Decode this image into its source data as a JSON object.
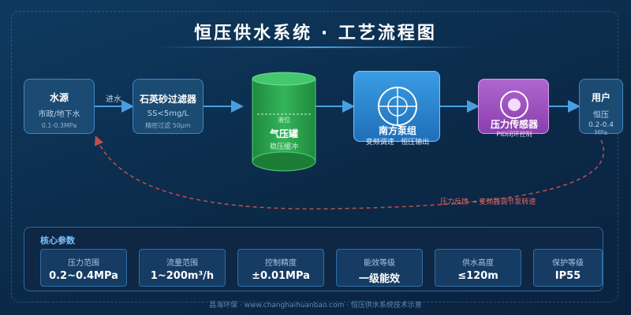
{
  "title": "恒压供水系统 · 工艺流程图",
  "source": {
    "name": "水源",
    "desc": "市政/地下水",
    "range": "0.1-0.3MPa"
  },
  "inlet_label": "进水",
  "filter": {
    "name": "石英砂过滤器",
    "spec": "SS<5mg/L",
    "desc": "精密过滤 50μm"
  },
  "tank": {
    "level_label": "液位",
    "name": "气压罐",
    "desc": "稳压缓冲"
  },
  "pump": {
    "name": "南方泵组",
    "desc": "变频调速 · 恒压输出"
  },
  "sensor": {
    "name": "压力传感器",
    "desc": "PID闭环控制"
  },
  "user": {
    "name": "用户",
    "desc": "恒压",
    "range": "0.2-0.4",
    "unit": "MPa"
  },
  "feedback_label": "压力反馈 → 变频器调节泵转速",
  "params": {
    "title": "核心参数",
    "items": [
      {
        "label": "压力范围",
        "value": "0.2~0.4MPa"
      },
      {
        "label": "流量范围",
        "value": "1~200m³/h"
      },
      {
        "label": "控制精度",
        "value": "±0.01MPa"
      },
      {
        "label": "能效等级",
        "value": "一级能效"
      },
      {
        "label": "供水高度",
        "value": "≤120m"
      },
      {
        "label": "保护等级",
        "value": "IP55"
      }
    ]
  },
  "footer": "昌海环保 · www.changhaihuanbao.com · 恒压供水系统技术示意",
  "colors": {
    "accent": "#4a9ee0",
    "tank": "#2fa84f",
    "pump": "#2f86d0",
    "sensor": "#9b4dbf",
    "feedback": "#d9534f"
  }
}
